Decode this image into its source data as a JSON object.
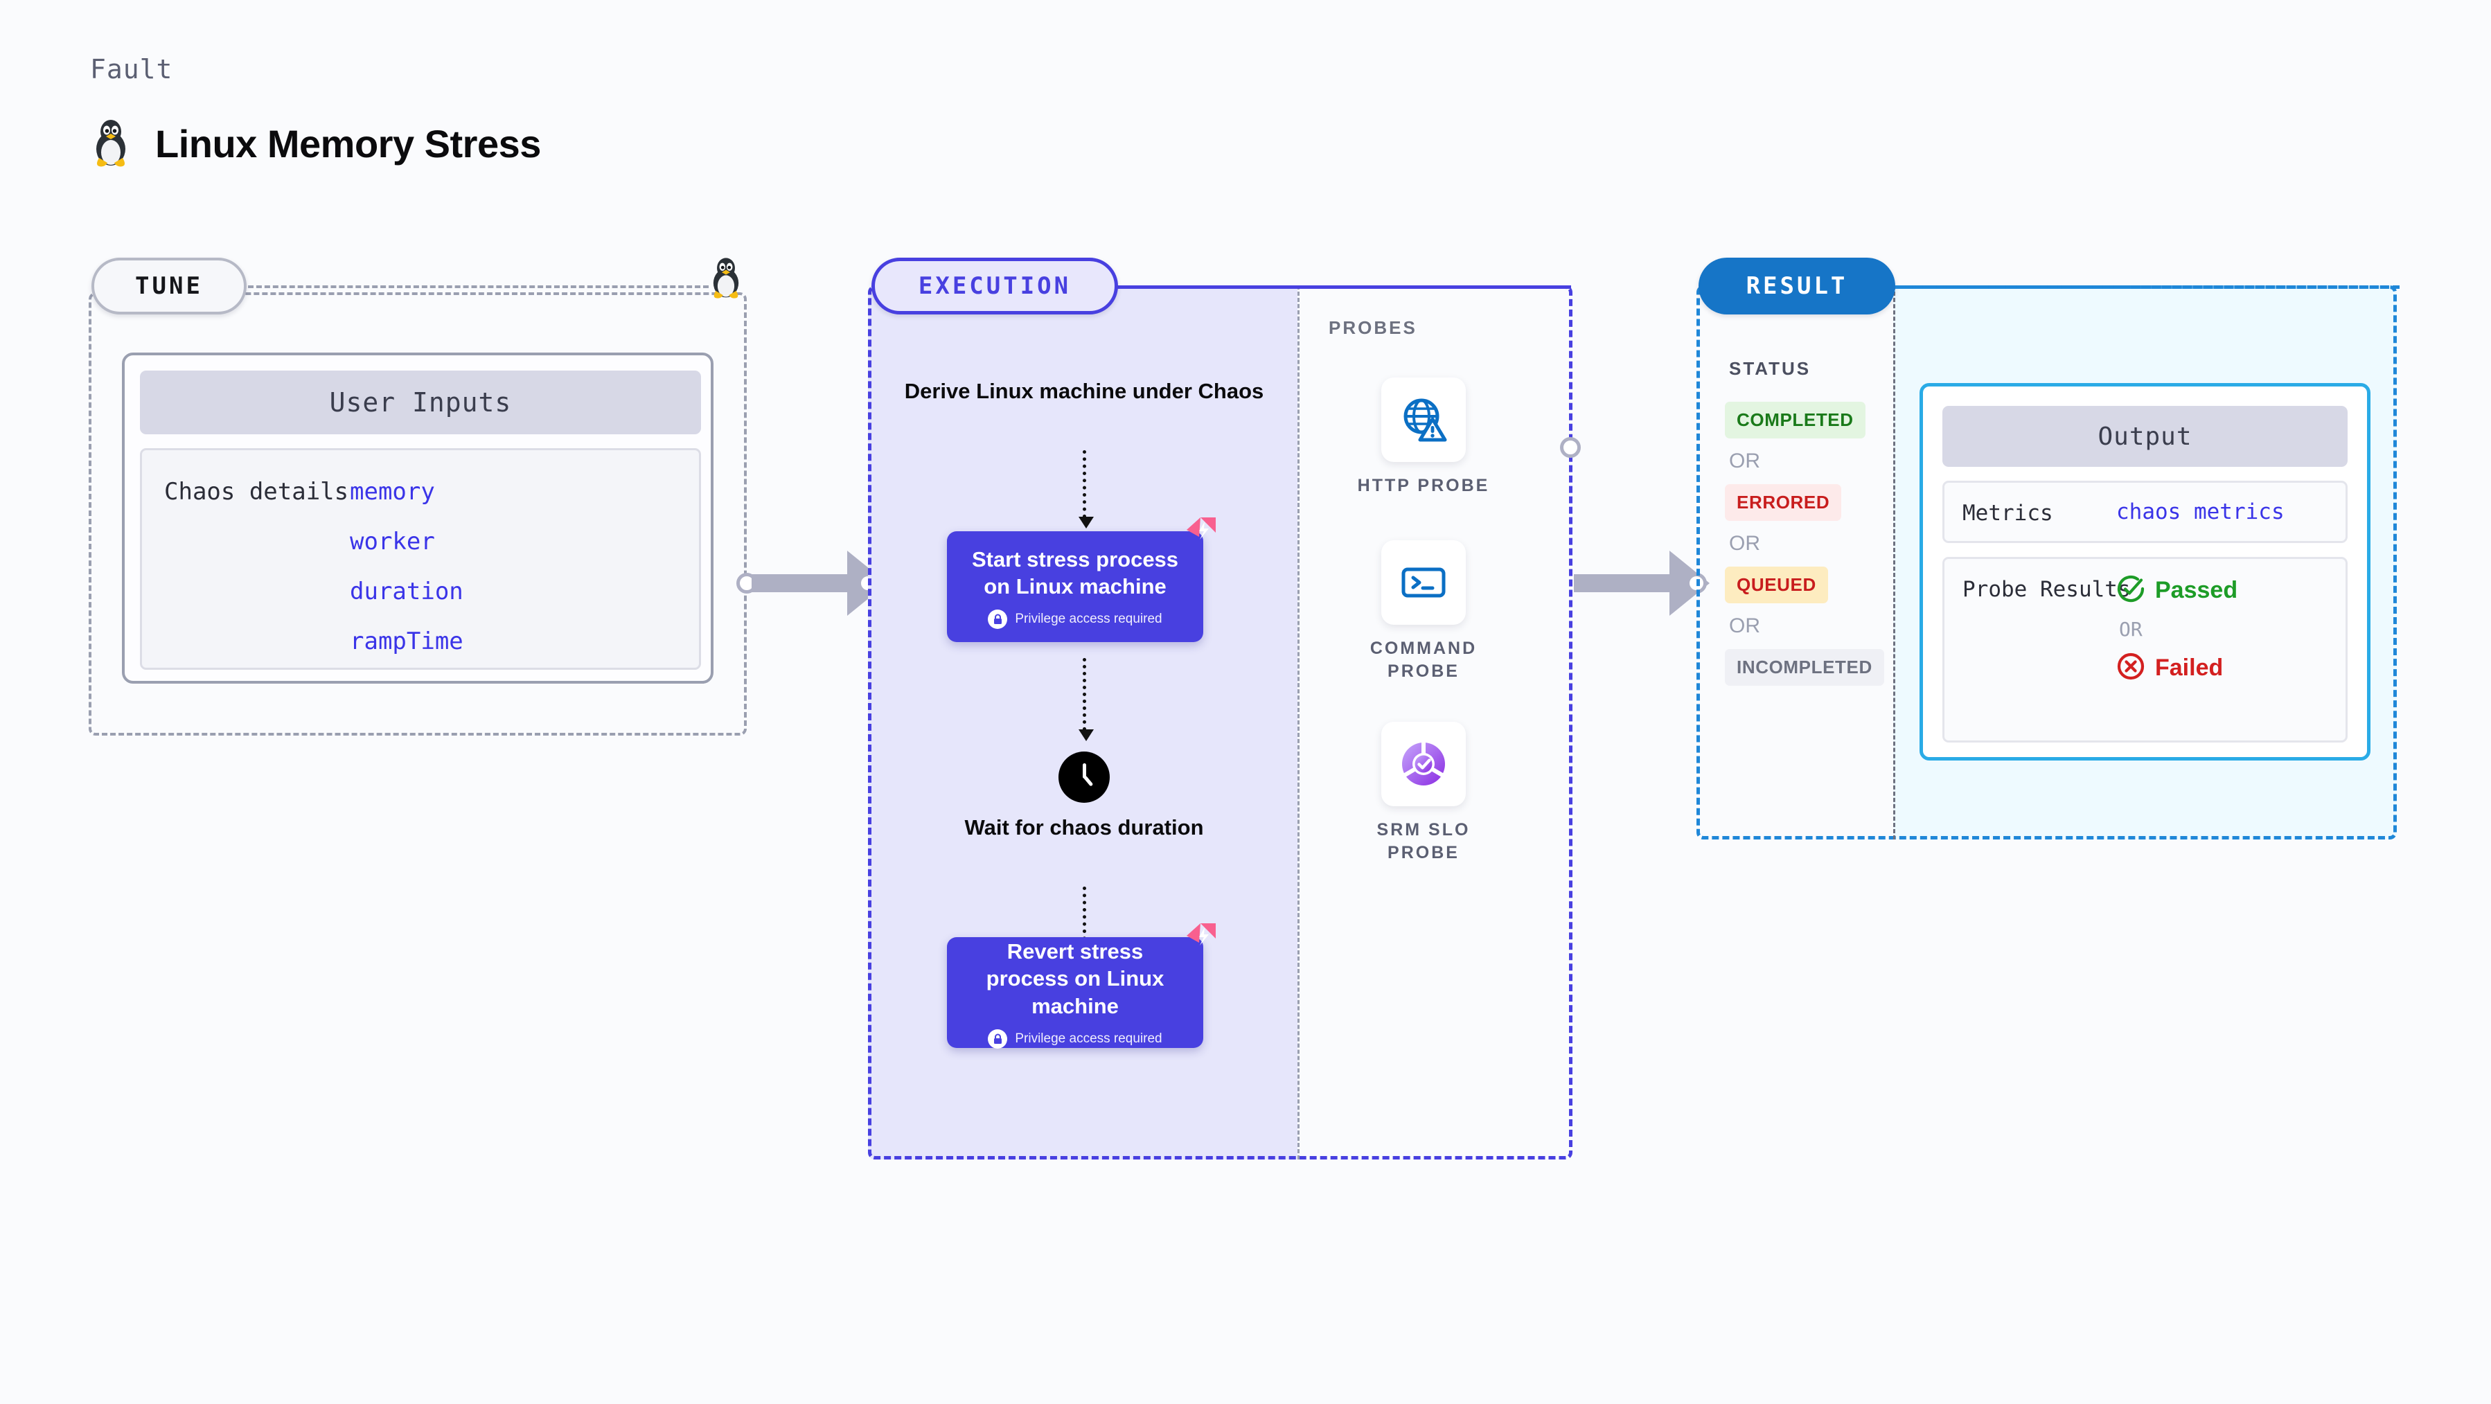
{
  "header": {
    "kicker": "Fault",
    "title": "Linux Memory Stress",
    "icon": "tux-penguin-icon"
  },
  "tune": {
    "pill_label": "TUNE",
    "card": {
      "heading": "User Inputs",
      "row_label": "Chaos details",
      "values": [
        "memory",
        "worker",
        "duration",
        "rampTime"
      ]
    }
  },
  "execution": {
    "pill_label": "EXECUTION",
    "steps": [
      {
        "type": "text",
        "label": "Derive Linux machine under Chaos"
      },
      {
        "type": "node",
        "label": "Start stress process on Linux machine",
        "privilege": "Privilege access required"
      },
      {
        "type": "text",
        "label": "Wait for chaos duration",
        "icon": "clock-icon"
      },
      {
        "type": "node",
        "label": "Revert stress process on Linux machine",
        "privilege": "Privilege access required"
      }
    ]
  },
  "probes": {
    "label": "PROBES",
    "items": [
      {
        "name": "HTTP PROBE",
        "icon": "globe-warning-icon"
      },
      {
        "name": "COMMAND PROBE",
        "icon": "terminal-icon"
      },
      {
        "name": "SRM SLO PROBE",
        "icon": "slo-donut-check-icon"
      }
    ]
  },
  "result": {
    "pill_label": "RESULT",
    "status_label": "STATUS",
    "or_label": "OR",
    "statuses": [
      {
        "label": "COMPLETED",
        "style": "b-completed"
      },
      {
        "label": "ERRORED",
        "style": "b-errored"
      },
      {
        "label": "QUEUED",
        "style": "b-queued"
      },
      {
        "label": "INCOMPLETED",
        "style": "b-incompleted"
      }
    ],
    "output": {
      "heading": "Output",
      "metrics_label": "Metrics",
      "metrics_value": "chaos metrics",
      "probe_results_label": "Probe Results",
      "passed_label": "Passed",
      "failed_label": "Failed",
      "or_label": "OR"
    }
  },
  "colors": {
    "accent_purple": "#4840e0",
    "accent_blue": "#1675c7",
    "accent_cyan": "#2aabe6",
    "value_blue": "#3a34e8",
    "pass_green": "#1d9c27",
    "fail_red": "#d32020",
    "harness_pink": "#f8608f",
    "connector_gray": "#aeb0c4"
  }
}
